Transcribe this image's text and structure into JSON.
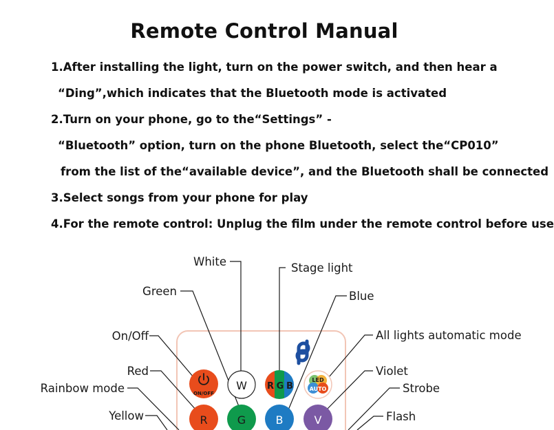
{
  "title": "Remote Control Manual",
  "instructions": [
    "1.After installing the light, turn on the power switch, and then hear a",
    "“Ding”,which  indicates that the Bluetooth mode is activated",
    "2.Turn on your phone, go to the“Settings” -",
    "“Bluetooth” option, turn on the phone Bluetooth, select the“CP010”",
    "from the list of the“available device”, and the Bluetooth shall be connected",
    "3.Select songs from your phone for play",
    "4.For the remote control: Unplug the film under the remote control before use"
  ],
  "labels": {
    "white": "White",
    "stage_light": "Stage light",
    "green": "Green",
    "blue": "Blue",
    "on_off": "On/Off",
    "all_auto": "All lights automatic mode",
    "red": "Red",
    "violet": "Violet",
    "rainbow": "Rainbow mode",
    "strobe": "Strobe",
    "yellow": "Yellow",
    "flash": "Flash"
  },
  "buttons": {
    "power": "ON/OFF",
    "white": "W",
    "rgb_r": "R",
    "rgb_g": "G",
    "rgb_b": "B",
    "led": "LED",
    "auto": "AUTO",
    "red": "R",
    "green": "G",
    "blue": "B",
    "violet": "V"
  },
  "colors": {
    "power": "#e84c1c",
    "red": "#e84c1c",
    "green": "#0f9a4c",
    "blue": "#1e7bc3",
    "violet": "#7b59a4",
    "remote_border": "#f2c5b5",
    "logo": "#1d4fa0"
  }
}
